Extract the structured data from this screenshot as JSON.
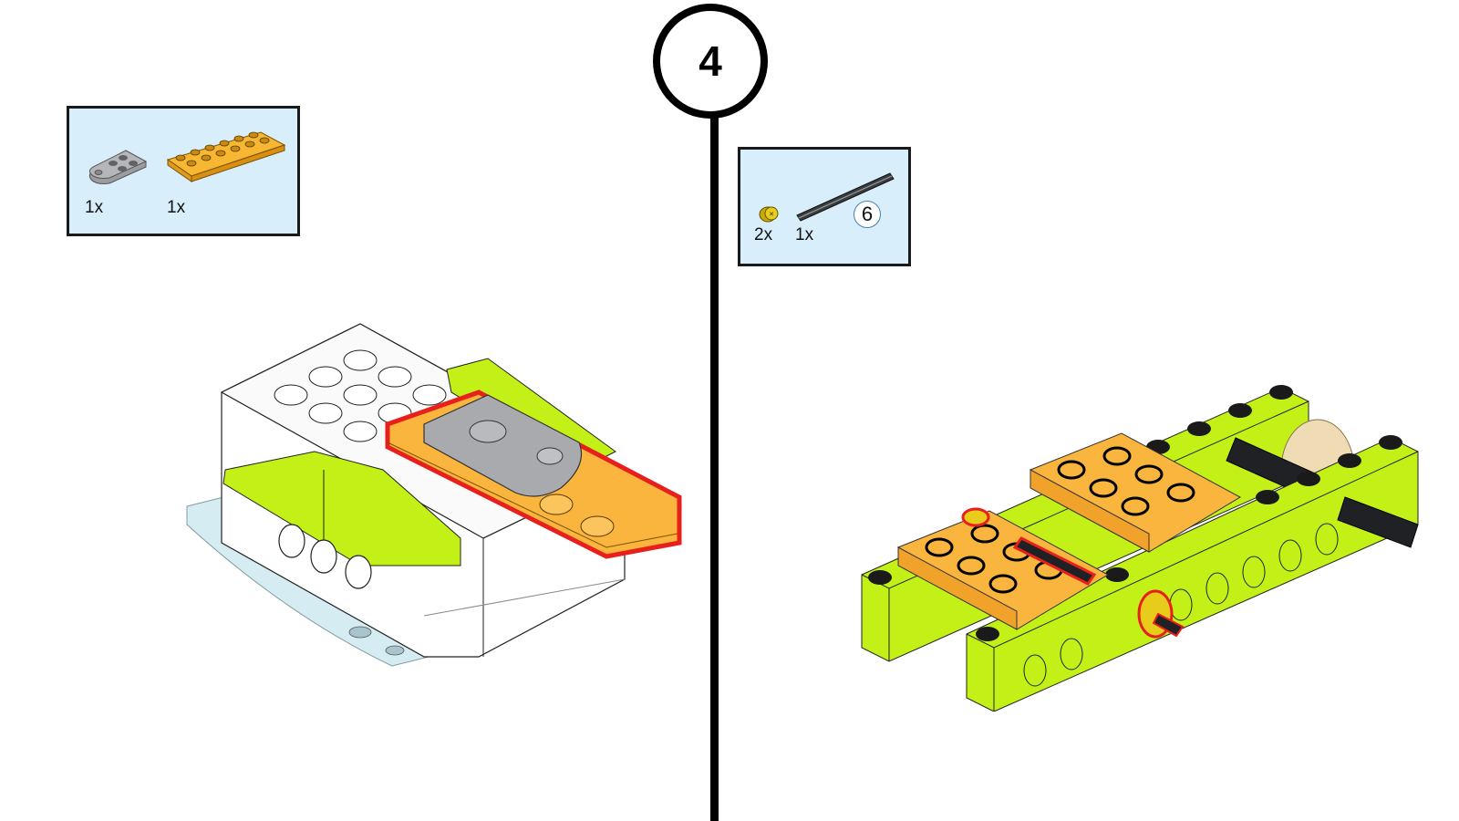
{
  "page": {
    "type": "building-instructions",
    "step_number": "4"
  },
  "left_panel": {
    "parts_list": [
      {
        "part": "gray-plate-2x3-rounded-with-hole",
        "quantity": "1x",
        "color": "#a6a8ab"
      },
      {
        "part": "orange-plate-2x6",
        "quantity": "1x",
        "color": "#f7b733"
      }
    ],
    "model": {
      "description": "smart hub with lime wedges, gray and orange plates added",
      "highlight_color": "#e8201c"
    }
  },
  "right_panel": {
    "parts_list": [
      {
        "part": "yellow-bush-half",
        "quantity": "2x",
        "color": "#e0c21a"
      },
      {
        "part": "black-axle",
        "quantity": "1x",
        "length_label": "6",
        "color": "#3a3d40"
      }
    ],
    "model": {
      "description": "lime technic beam chassis with orange plates, axle and bushings",
      "highlight_color": "#e8201c"
    }
  },
  "colors": {
    "parts_box_bg": "#d8eefb",
    "lime": "#bfef1a",
    "orange": "#f9b53d",
    "gray": "#a8aaad",
    "tan": "#f0dcb4"
  }
}
